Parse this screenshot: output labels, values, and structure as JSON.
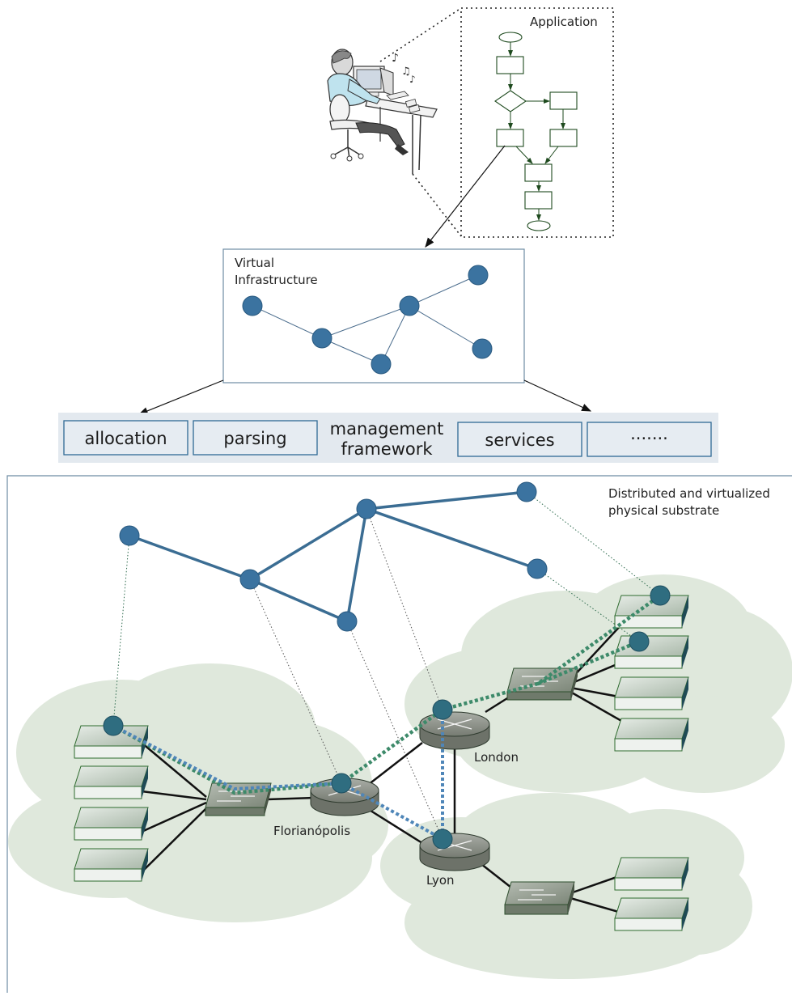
{
  "application": {
    "label": "Application"
  },
  "virtual_infrastructure": {
    "label_line1": "Virtual",
    "label_line2": "Infrastructure"
  },
  "framework": {
    "items": [
      "allocation",
      "parsing",
      "services",
      "·······"
    ],
    "center_line1": "management",
    "center_line2": "framework"
  },
  "substrate": {
    "label_line1": "Distributed and virtualized",
    "label_line2": "physical substrate",
    "cities": [
      "London",
      "Florianópolis",
      "Lyon"
    ]
  },
  "colors": {
    "node": "#3b73a0",
    "node_stroke": "#2a5a80",
    "flow_stroke": "#2e6b2e",
    "cloud": "#dfe8dc",
    "framework_bg": "#e3e9ef",
    "framework_box": "#2f6a95",
    "dashed_green": "#3d8a6a",
    "dashed_blue": "#4f86b8"
  }
}
